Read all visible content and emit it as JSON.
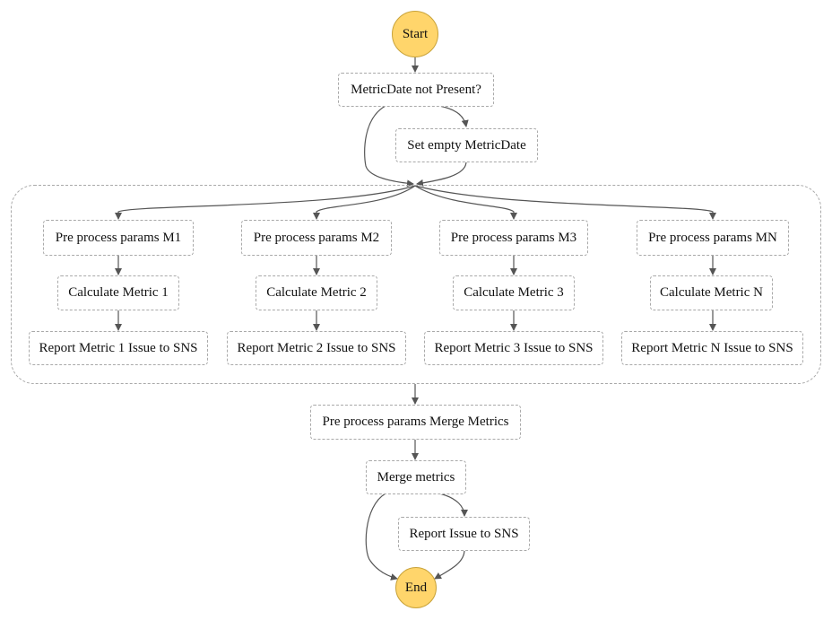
{
  "diagram": {
    "start": "Start",
    "end": "End",
    "check_metric_date": "MetricDate not Present?",
    "set_empty_metric_date": "Set empty MetricDate",
    "branches": [
      {
        "preprocess": "Pre process params M1",
        "calculate": "Calculate Metric 1",
        "report": "Report Metric 1 Issue to SNS"
      },
      {
        "preprocess": "Pre process params M2",
        "calculate": "Calculate Metric 2",
        "report": "Report Metric 2 Issue to SNS"
      },
      {
        "preprocess": "Pre process params M3",
        "calculate": "Calculate Metric 3",
        "report": "Report Metric 3 Issue to SNS"
      },
      {
        "preprocess": "Pre process params MN",
        "calculate": "Calculate Metric N",
        "report": "Report Metric N Issue to SNS"
      }
    ],
    "preprocess_merge": "Pre process params Merge Metrics",
    "merge_metrics": "Merge metrics",
    "report_issue": "Report Issue to SNS"
  },
  "colors": {
    "terminal_fill": "#ffd56b",
    "edge": "#555555",
    "node_border": "#a9a9a9"
  }
}
